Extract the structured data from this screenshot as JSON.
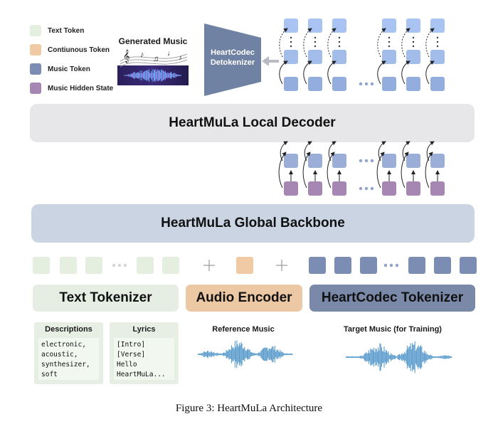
{
  "legend": [
    {
      "label": "Text Token",
      "color": "#e4efe0"
    },
    {
      "label": "Contiunous Token",
      "color": "#f0caa4"
    },
    {
      "label": "Music Token",
      "color": "#7b8db3"
    },
    {
      "label": "Music Hidden State",
      "color": "#a687b3"
    }
  ],
  "generated_music": {
    "title": "Generated Music"
  },
  "detokenizer": {
    "label": "HeartCodec Detokenizer"
  },
  "local_decoder": {
    "label": "HeartMuLa Local Decoder"
  },
  "global_backbone": {
    "label": "HeartMuLa Global Backbone"
  },
  "token_row": {
    "ellipsis": "···"
  },
  "modules": {
    "text_tokenizer": "Text Tokenizer",
    "audio_encoder": "Audio Encoder",
    "heartcodec_tokenizer": "HeartCodec Tokenizer"
  },
  "inputs": {
    "descriptions": {
      "title": "Descriptions",
      "text": "electronic,\nacoustic,\nsynthesizer,\nsoft"
    },
    "lyrics": {
      "title": "Lyrics",
      "text": "[Intro]\n[Verse]\nHello\nHeartMuLa..."
    },
    "reference_music": {
      "title": "Reference Music"
    },
    "target_music": {
      "title": "Target Music (for Training)"
    }
  },
  "colors": {
    "text_token": "#e4efe0",
    "continuous_token": "#f0caa4",
    "music_token": "#7b8db3",
    "music_token_light": "#9aaed8",
    "music_token_pale": "#a9c4f2",
    "hidden_state": "#a687b3",
    "detokenizer": "#6f82a3",
    "waveform": "#5b9ccc"
  },
  "caption": "Figure 3: HeartMuLa Architecture"
}
